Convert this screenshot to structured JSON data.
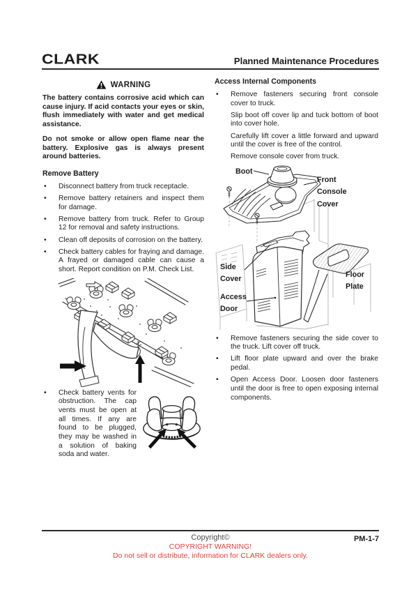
{
  "ui": {
    "bullet": "•"
  },
  "header": {
    "logo": "CLARK",
    "title": "Planned Maintenance Procedures"
  },
  "left": {
    "warning": {
      "title": "WARNING",
      "p1": "The battery contains corrosive acid which can cause injury. If acid contacts your eyes or skin, flush immediately with water and get medical assistance.",
      "p2": "Do not smoke or allow open flame near the battery. Explosive gas is always present around batteries."
    },
    "remove_battery": {
      "heading": "Remove Battery",
      "bullets": [
        "Disconnect battery from truck receptacle.",
        "Remove battery retainers and inspect them for damage.",
        "Remove battery from truck. Refer to Group 12 for removal and safety instructions.",
        "Clean off deposits of corrosion on the battery.",
        "Check battery cables for fraying and damage. A frayed or damaged cable can cause a short. Report condition on P.M. Check List."
      ]
    },
    "check_vents": "Check battery vents for obstruction. The cap vents must be open at all times. If any are found to be plugged, they may be washed in a solution of baking soda and water."
  },
  "right": {
    "heading": "Access Internal Components",
    "bullet1": "Remove fasteners securing front console cover to truck.",
    "steps": [
      "Slip boot off cover lip and tuck bottom of boot into cover hole.",
      "Carefully lift cover a little forward and upward until the cover is free of the control.",
      "Remove console cover from truck."
    ],
    "diagram": {
      "labels": {
        "boot": "Boot",
        "front_console_cover": "Front Console Cover",
        "side_cover": "Side Cover",
        "access_door": "Access Door",
        "floor_plate": "Floor Plate"
      }
    },
    "after_bullets": [
      "Remove fasteners securing the side cover to the truck. Lift cover off truck.",
      "Lift floor plate upward and over the brake pedal.",
      "Open Access Door. Loosen door fasteners until the door is free to open exposing internal components."
    ]
  },
  "footer": {
    "copyright": "Copyright©",
    "warning_title": "COPYRIGHT WARNING!",
    "warning_text": "Do not sell or distribute, information for CLARK dealers only.",
    "page_number": "PM-1-7"
  },
  "icons": {
    "warning_triangle": "filled black triangle with white exclamation mark"
  },
  "colors": {
    "text": "#1c1c1c",
    "copyright_gray": "#4a4a4a",
    "warning_red": "#e8403c",
    "rule": "#2a2a2a",
    "diagram_gray": "#b0b0b0"
  }
}
